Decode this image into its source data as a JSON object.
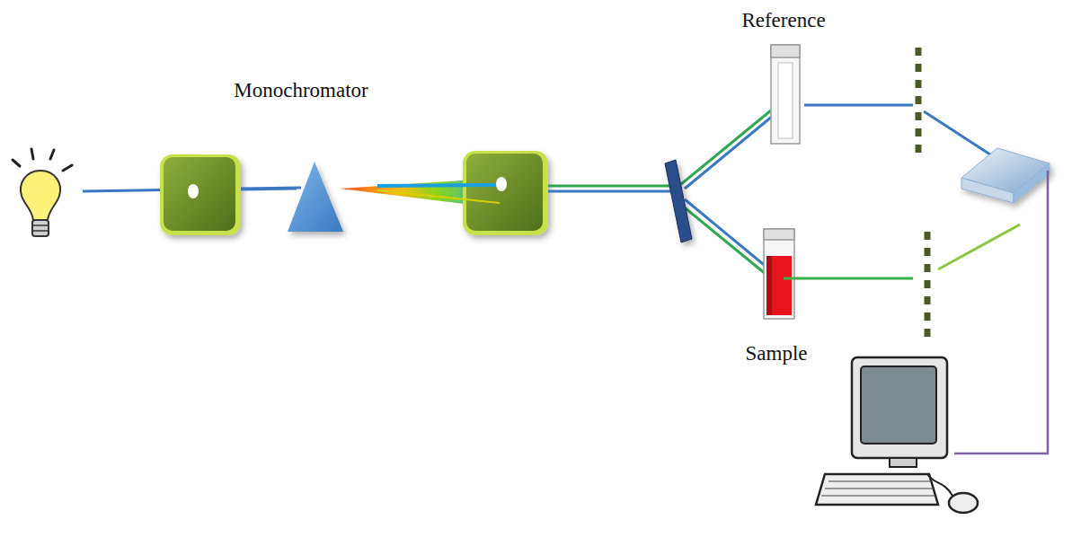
{
  "diagram": {
    "labels": [
      "Monochromator",
      "Reference",
      "Sample"
    ]
  }
}
